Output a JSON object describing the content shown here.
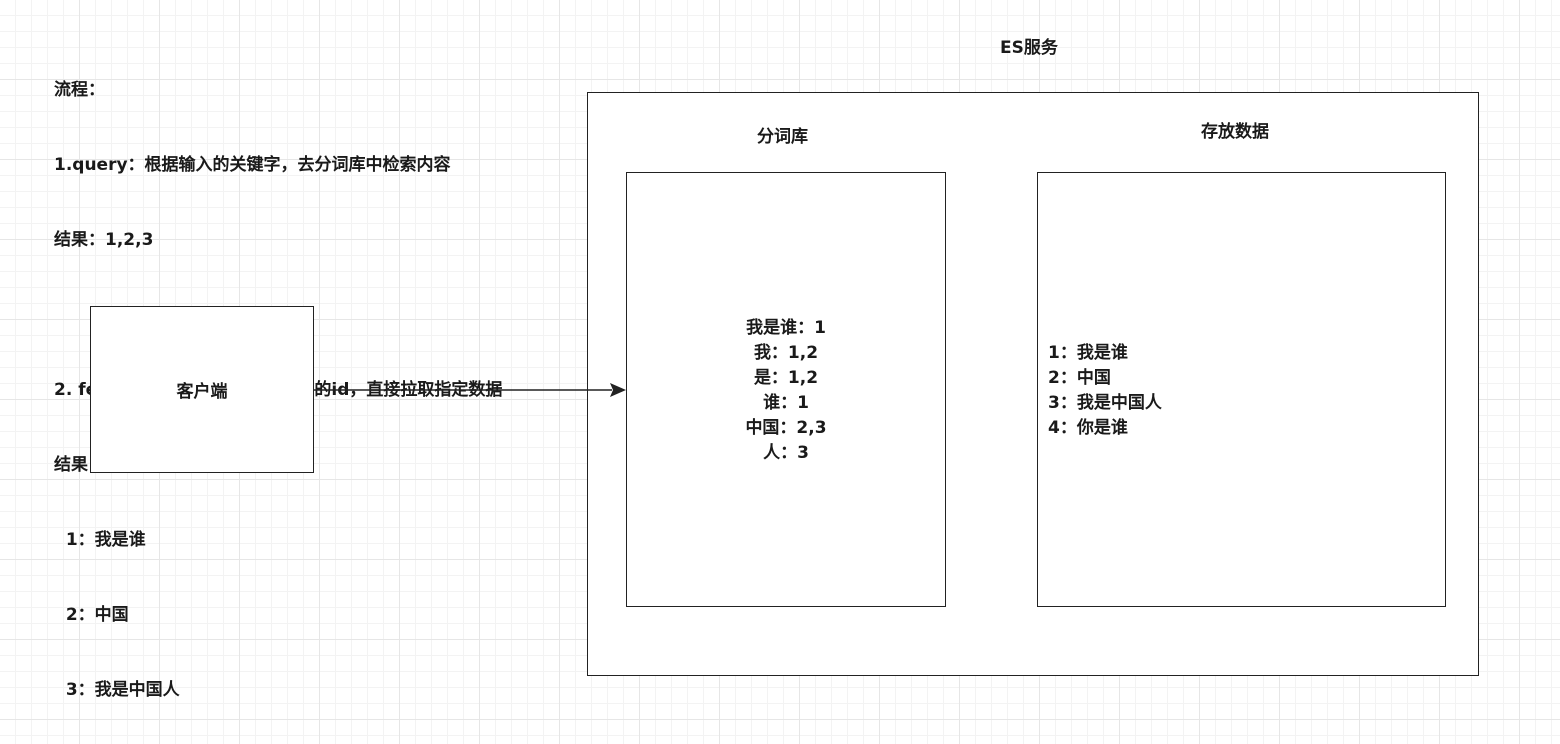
{
  "notes": {
    "lines": [
      "流程：",
      "1.query：根据输入的关键字，去分词库中检索内容",
      "结果：1,2,3",
      "",
      "2. fetch：根据去分词库中检索到的id，直接拉取指定数据",
      "结果：",
      "  1：我是谁",
      "  2：中国",
      "  3：我是中国人"
    ]
  },
  "es_service": {
    "title": "ES服务",
    "index_title": "分词库",
    "storage_title": "存放数据",
    "index_entries": [
      "我是谁：1",
      "我：1,2",
      "是：1,2",
      "谁：1",
      "中国：2,3",
      "人：3"
    ],
    "stored_data": [
      "1：我是谁",
      "2：中国",
      "3：我是中国人",
      "4：你是谁"
    ]
  },
  "client": {
    "label": "客户端"
  }
}
